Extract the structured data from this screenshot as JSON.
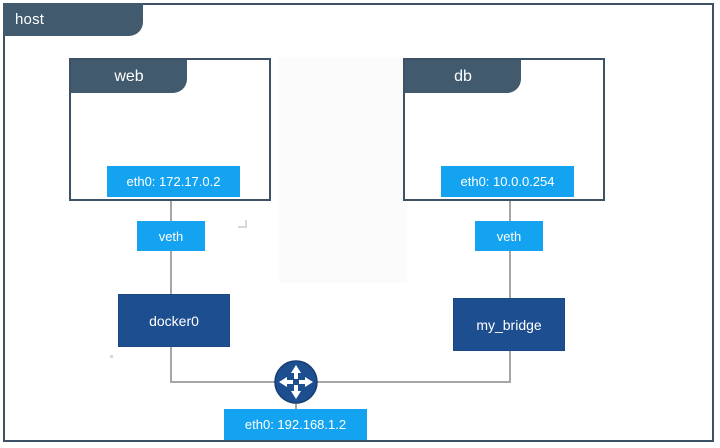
{
  "diagram": {
    "title": "host",
    "host": {
      "label": "host"
    },
    "containers": [
      {
        "name": "web",
        "interface": "eth0: 172.17.0.2",
        "veth": "veth",
        "bridge": "docker0"
      },
      {
        "name": "db",
        "interface": "eth0: 10.0.0.254",
        "veth": "veth",
        "bridge": "my_bridge"
      }
    ],
    "bridges": [
      {
        "label": "docker0"
      },
      {
        "label": "my_bridge"
      }
    ],
    "veths": [
      {
        "label": "veth"
      },
      {
        "label": "veth"
      }
    ],
    "router": {
      "icon": "router-icon",
      "interface": "eth0: 192.168.1.2"
    },
    "colors": {
      "host_header": "#415a6e",
      "host_border": "#3d5266",
      "interface_blue": "#14a3f0",
      "bridge_navy": "#1d4e8f",
      "router_navy": "#1d4e8f",
      "edge_gray": "#a6a6a6",
      "background": "#ffffff"
    }
  }
}
